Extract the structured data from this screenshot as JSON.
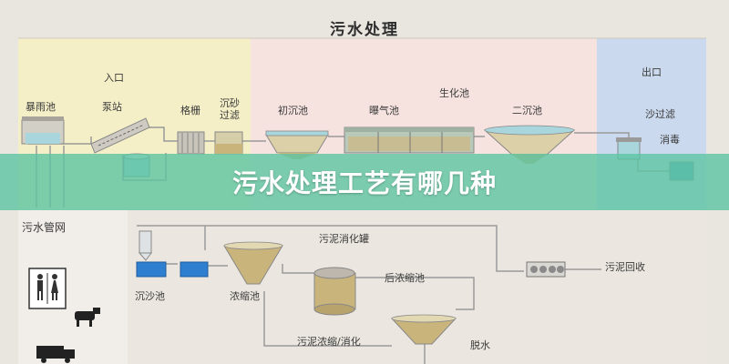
{
  "diagram": {
    "title": "污水处理",
    "zones": {
      "inlet": "入口",
      "outlet": "出口"
    },
    "top_row": {
      "storm_tank": "暴雨池",
      "pump_station": "泵站",
      "grille": "格栅",
      "grit_chamber": "沉砂过滤",
      "primary_clarifier": "初沉池",
      "aeration_tank": "曝气池",
      "biochemical_tank": "生化池",
      "secondary_clarifier": "二沉池",
      "sand_filter": "沙过滤",
      "disinfection": "消毒"
    },
    "left_side": {
      "sewer_network": "污水管网"
    },
    "bottom_row": {
      "settling_tank": "沉沙池",
      "thickener": "浓缩池",
      "sludge_digestion": "污泥消化罐",
      "post_thickener": "后浓缩池",
      "sludge_thicken_digest": "污泥浓缩/消化",
      "dewatering": "脱水",
      "sludge_recovery": "污泥回收"
    }
  },
  "banner": {
    "title": "污水处理工艺有哪几种"
  },
  "colors": {
    "inlet_zone": "#f4efc7",
    "process_zone": "#f6e3df",
    "outlet_zone": "#cbd9ee",
    "lower_zone": "#ebe7e0",
    "left_lower_zone": "#f1eeea",
    "pipe": "#9a9a9a",
    "tank_water": "#a9d6dc",
    "sludge": "#c9b47c",
    "blue_tank": "#2f7fd0",
    "banner": "#5dc4a2"
  }
}
